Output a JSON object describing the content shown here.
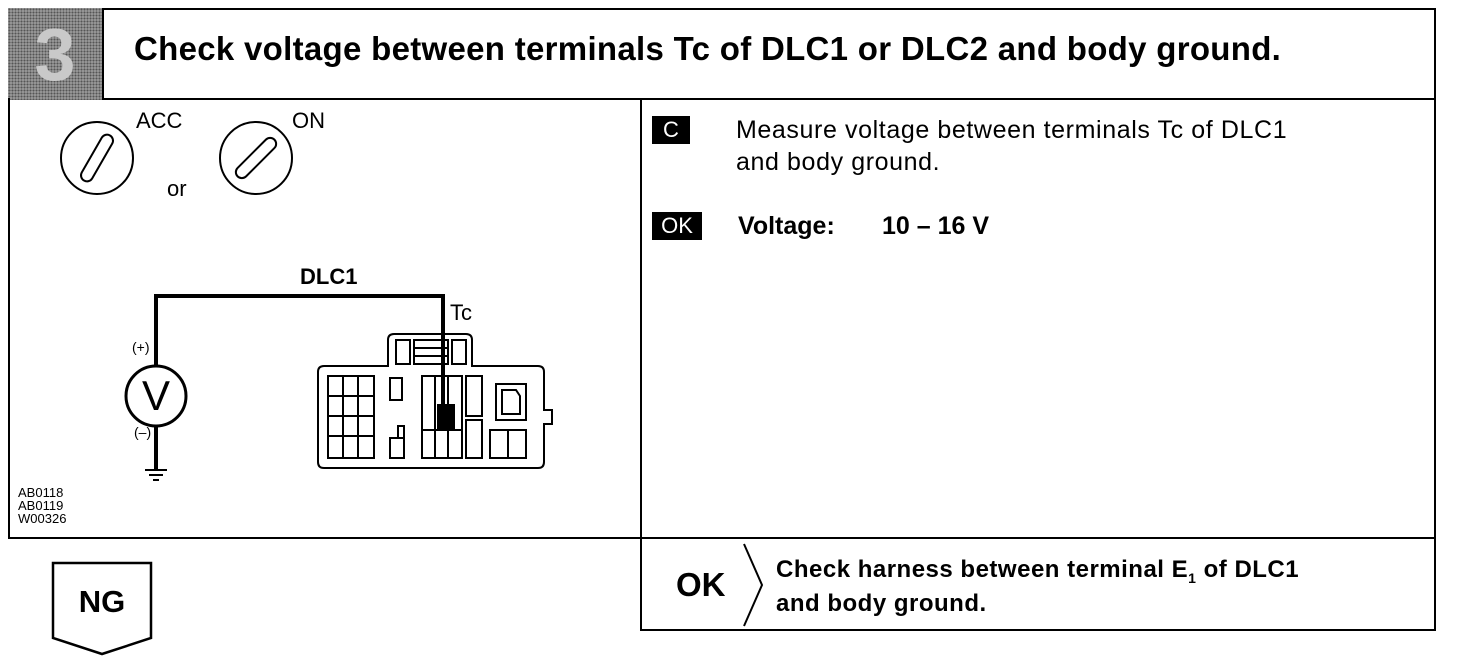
{
  "header": {
    "step_number": "3",
    "title": "Check voltage between terminals Tc of DLC1 or DLC2 and body ground."
  },
  "diagram": {
    "switch_acc_label": "ACC",
    "switch_or_label": "or",
    "switch_on_label": "ON",
    "connector_label": "DLC1",
    "terminal_label": "Tc",
    "plus_label": "(+)",
    "minus_label": "(–)",
    "meter_symbol": "V",
    "figure_codes": [
      "AB0118",
      "AB0119",
      "W00326"
    ]
  },
  "instructions": {
    "badge_c": "C",
    "line1": "Measure voltage between terminals Tc of DLC1",
    "line2": "and body ground.",
    "badge_ok": "OK",
    "spec_label": "Voltage:",
    "spec_value": "10 – 16 V"
  },
  "ok_result": {
    "label": "OK",
    "line1_pre": "Check harness between terminal E",
    "line1_sub": "1",
    "line1_post": " of DLC1",
    "line2": "and body ground."
  },
  "ng": {
    "label": "NG"
  }
}
